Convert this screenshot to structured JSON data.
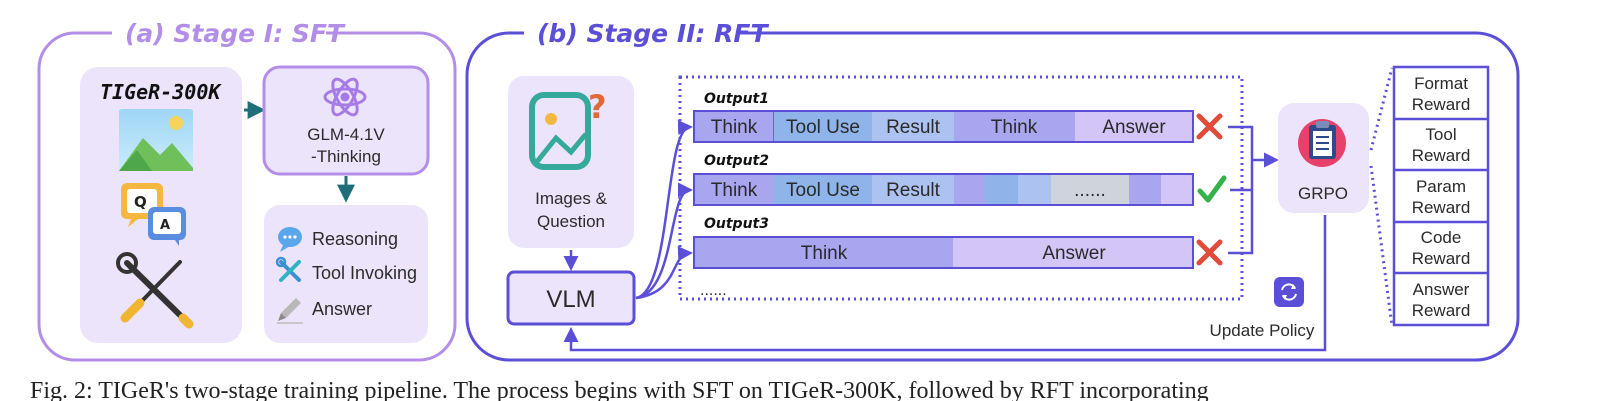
{
  "stage1": {
    "title": "(a) Stage I: SFT",
    "dataset_title": "TIGeR-300K",
    "qa_badge": {
      "q": "Q",
      "a": "A"
    },
    "model_line1": "GLM-4.1V",
    "model_line2": "-Thinking",
    "legend": [
      {
        "icon": "speech-bubble-icon",
        "label": "Reasoning"
      },
      {
        "icon": "tools-icon",
        "label": "Tool Invoking"
      },
      {
        "icon": "pencil-icon",
        "label": "Answer"
      }
    ]
  },
  "stage2": {
    "title": "(b) Stage II: RFT",
    "input_line1": "Images &",
    "input_line2": "Question",
    "vlm_label": "VLM",
    "outputs": [
      {
        "label": "Output1",
        "segments": [
          "Think",
          "Tool Use",
          "Result",
          "Think",
          "Answer"
        ],
        "result": "cross"
      },
      {
        "label": "Output2",
        "segments": [
          "Think",
          "Tool Use",
          "Result",
          "",
          "",
          "",
          "......",
          ""
        ],
        "result": "check"
      },
      {
        "label": "Output3",
        "segments": [
          "Think",
          "Answer"
        ],
        "result": "cross"
      }
    ],
    "more_outputs": "......",
    "grpo_label": "GRPO",
    "update_label": "Update Policy",
    "rewards": [
      {
        "line1": "Format",
        "line2": "Reward"
      },
      {
        "line1": "Tool",
        "line2": "Reward"
      },
      {
        "line1": "Param",
        "line2": "Reward"
      },
      {
        "line1": "Code",
        "line2": "Reward"
      },
      {
        "line1": "Answer",
        "line2": "Reward"
      }
    ]
  },
  "caption": "Fig. 2: TIGeR's two-stage training pipeline. The process begins with SFT on TIGeR-300K, followed by RFT incorporating",
  "colors": {
    "stage1_border": "#b38ee8",
    "stage2_border": "#5b4fd8",
    "light_panel": "#ece4fb",
    "think": "#a7a6ee",
    "tool_use": "#8fb4ea",
    "result": "#acc2f1",
    "answer": "#d3c6f7",
    "filler": "#cfd3dc",
    "cross": "#e24b3b",
    "check": "#35b34a"
  }
}
